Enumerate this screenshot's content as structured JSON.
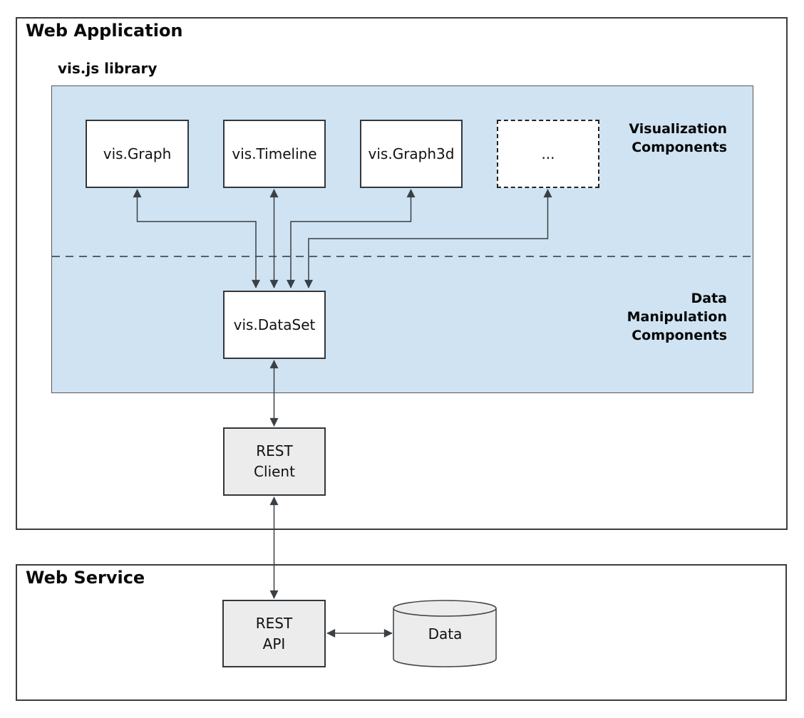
{
  "web_application": {
    "title": "Web Application"
  },
  "web_service": {
    "title": "Web Service"
  },
  "vis_library": {
    "title": "vis.js library"
  },
  "nodes": {
    "graph": {
      "label": "vis.Graph"
    },
    "timeline": {
      "label": "vis.Timeline"
    },
    "graph3d": {
      "label": "vis.Graph3d"
    },
    "more": {
      "label": "..."
    },
    "dataset": {
      "label": "vis.DataSet"
    },
    "rest_client": {
      "line1": "REST",
      "line2": "Client"
    },
    "rest_api": {
      "line1": "REST",
      "line2": "API"
    },
    "data_store": {
      "label": "Data"
    }
  },
  "region_labels": {
    "visualization": {
      "line1": "Visualization",
      "line2": "Components"
    },
    "data_manipulation": {
      "line1": "Data",
      "line2": "Manipulation",
      "line3": "Components"
    }
  },
  "colors": {
    "library_panel_blue": "#cfe3f2",
    "node_gray": "#ececec",
    "node_white": "#ffffff",
    "connector": "#3b4045",
    "border_dark": "#33373b"
  }
}
